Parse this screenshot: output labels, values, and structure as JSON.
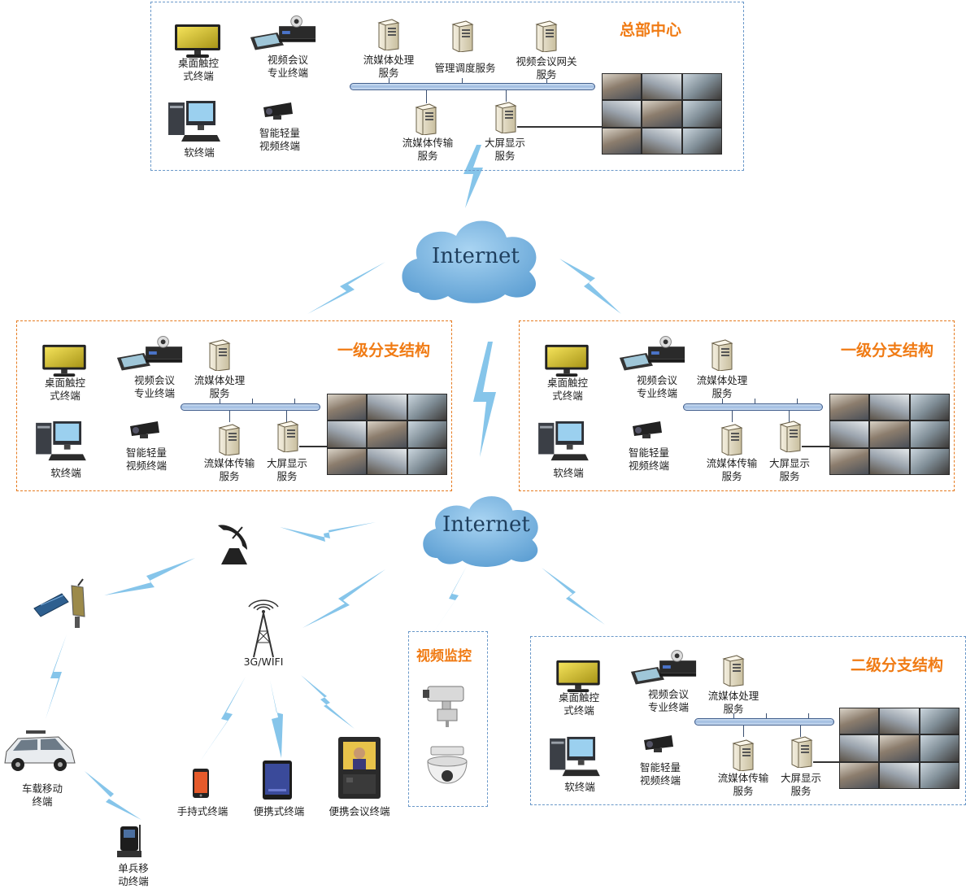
{
  "sections": {
    "hq": {
      "title": "总部中心",
      "desktop_touch": [
        "桌面触控",
        "式终端"
      ],
      "vc_pro": [
        "视频会议",
        "专业终端"
      ],
      "soft": "软终端",
      "smart_light": [
        "智能轻量",
        "视频终端"
      ],
      "stream_proc": [
        "流媒体处理",
        "服务"
      ],
      "mgmt": "管理调度服务",
      "vc_gateway": [
        "视频会议网关",
        "服务"
      ],
      "stream_trans": [
        "流媒体传输",
        "服务"
      ],
      "big_screen": [
        "大屏显示",
        "服务"
      ]
    },
    "branch1_left": {
      "title": "一级分支结构",
      "desktop_touch": [
        "桌面触控",
        "式终端"
      ],
      "vc_pro": [
        "视频会议",
        "专业终端"
      ],
      "soft": "软终端",
      "smart_light": [
        "智能轻量",
        "视频终端"
      ],
      "stream_proc": [
        "流媒体处理",
        "服务"
      ],
      "stream_trans": [
        "流媒体传输",
        "服务"
      ],
      "big_screen": [
        "大屏显示",
        "服务"
      ]
    },
    "branch1_right": {
      "title": "一级分支结构",
      "desktop_touch": [
        "桌面触控",
        "式终端"
      ],
      "vc_pro": [
        "视频会议",
        "专业终端"
      ],
      "soft": "软终端",
      "smart_light": [
        "智能轻量",
        "视频终端"
      ],
      "stream_proc": [
        "流媒体处理",
        "服务"
      ],
      "stream_trans": [
        "流媒体传输",
        "服务"
      ],
      "big_screen": [
        "大屏显示",
        "服务"
      ]
    },
    "branch2": {
      "title": "二级分支结构",
      "desktop_touch": [
        "桌面触控",
        "式终端"
      ],
      "vc_pro": [
        "视频会议",
        "专业终端"
      ],
      "soft": "软终端",
      "smart_light": [
        "智能轻量",
        "视频终端"
      ],
      "stream_proc": [
        "流媒体处理",
        "服务"
      ],
      "stream_trans": [
        "流媒体传输",
        "服务"
      ],
      "big_screen": [
        "大屏显示",
        "服务"
      ]
    }
  },
  "clouds": {
    "top": "Internet",
    "bottom": "Internet"
  },
  "surveillance": {
    "title": "视频监控"
  },
  "mobile": {
    "tower": "3G/WIFI",
    "handheld": "手持式终端",
    "portable": "便携式终端",
    "portable_conf": "便携会议终端",
    "vehicle": [
      "车载移动",
      "终端"
    ],
    "soldier": [
      "单兵移",
      "动终端"
    ]
  },
  "colors": {
    "title_orange": "#f07b14",
    "hq_border": "#6a98c9",
    "branch_border": "#e67a1e",
    "cloud": "#74b3e0",
    "lightning": "#86c5ea"
  }
}
